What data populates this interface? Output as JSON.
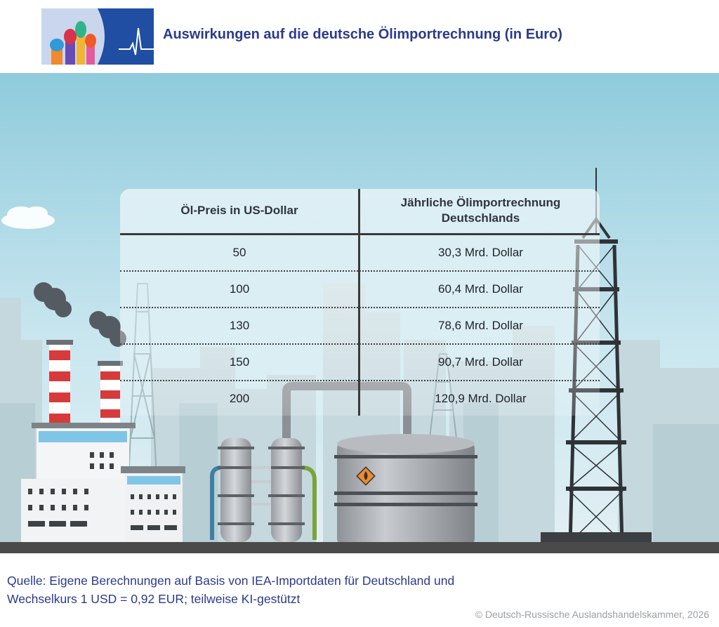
{
  "header": {
    "title": "Auswirkungen auf die deutsche Ölimportrechnung (in Euro)"
  },
  "table": {
    "col_left_header": "Öl-Preis in US-Dollar",
    "col_right_header_line1": "Jährliche Ölimportrechnung",
    "col_right_header_line2": "Deutschlands",
    "rows": [
      {
        "price": "50",
        "bill": "30,3 Mrd. Dollar"
      },
      {
        "price": "100",
        "bill": "60,4 Mrd. Dollar"
      },
      {
        "price": "130",
        "bill": "78,6 Mrd. Dollar"
      },
      {
        "price": "150",
        "bill": "90,7 Mrd. Dollar"
      },
      {
        "price": "200",
        "bill": "120,9 Mrd. Dollar"
      }
    ]
  },
  "footer": {
    "source_line1": "Quelle: Eigene Berechnungen auf Basis von IEA-Importdaten für Deutschland und",
    "source_line2": "Wechselkurs 1 USD = 0,92 EUR; teilweise KI-gestützt",
    "copyright": "© Deutsch-Russische Auslandshandelskammer, 2026"
  },
  "colors": {
    "title": "#2b3a8c",
    "sky_top": "#8fcbdc",
    "sky_bottom": "#dbeef3",
    "ground": "#4a4a4a",
    "logo_blue": "#1f4ea3"
  },
  "icons": [
    "logo-image",
    "factory-illustration",
    "refinery-illustration",
    "oil-derrick-illustration",
    "flammable-sign-icon"
  ]
}
